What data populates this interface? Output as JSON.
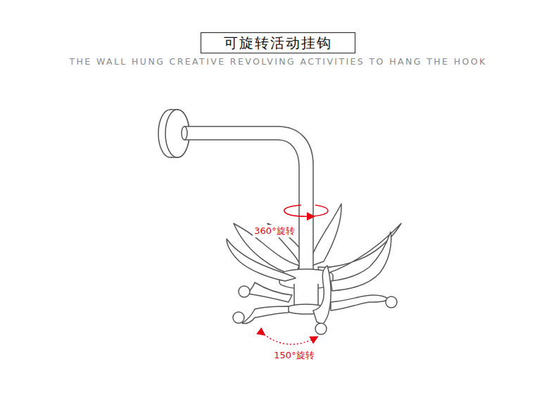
{
  "diagram": {
    "title": "可旋转活动挂钩",
    "labels": [
      "THE WALL HUNG CREATIVE REVOLVING ACTIVITIES TO HANG THE HOOK",
      "360°旋转",
      "150°旋转"
    ]
  }
}
